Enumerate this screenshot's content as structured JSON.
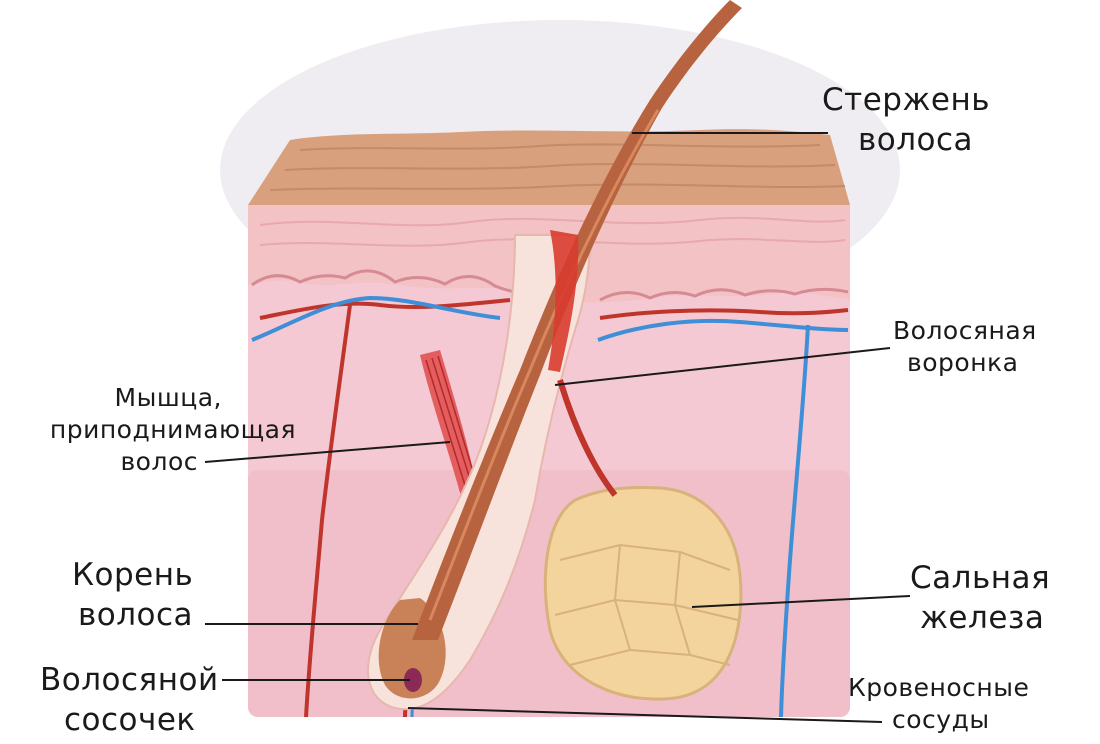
{
  "labels": {
    "shaft": [
      "Стержень",
      "волоса"
    ],
    "funnel": [
      "Волосяная",
      "воронка"
    ],
    "muscle": [
      "Мышца,",
      "приподнимающая",
      "волос"
    ],
    "sebaceous": [
      "Сальная",
      "железа"
    ],
    "root": [
      "Корень",
      "волоса"
    ],
    "papilla": [
      "Волосяной",
      "сосочек"
    ],
    "vessels": [
      "Кровеносные",
      "сосуды"
    ]
  },
  "colors": {
    "skin_surface": "#d9a07a",
    "epidermis": "#f2c7c6",
    "dermis": "#f4c9d3",
    "hair": "#b8633f",
    "follicle_wall": "#f8e3dc",
    "gland": "#f3d49d",
    "artery": "#c0352b",
    "vein": "#3f8ed8",
    "leader_line": "#1a1a1a"
  }
}
